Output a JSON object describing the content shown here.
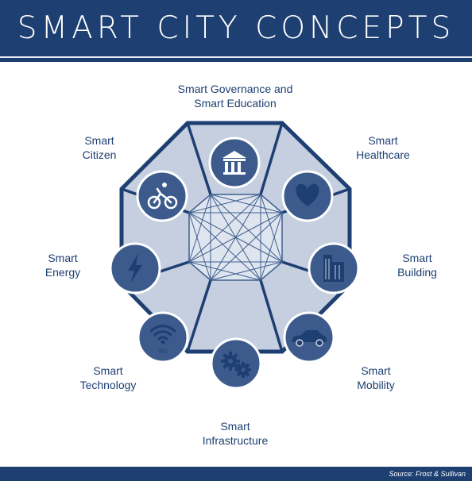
{
  "title": "SMART CITY CONCEPTS",
  "source": "Source: Frost & Sullivan",
  "colors": {
    "navy": "#1e3f72",
    "light_fill": "#c5cfe0",
    "medium": "#3e5f8e",
    "circle": "#3c5b8c"
  },
  "segments": [
    {
      "label": "Smart Governance and Smart Education",
      "line1": "Smart Governance and",
      "line2": "Smart Education",
      "icon": "government-building-icon"
    },
    {
      "label": "Smart Healthcare",
      "line1": "Smart",
      "line2": "Healthcare",
      "icon": "heart-icon"
    },
    {
      "label": "Smart Building",
      "line1": "Smart",
      "line2": "Building",
      "icon": "skyscraper-icon"
    },
    {
      "label": "Smart Mobility",
      "line1": "Smart",
      "line2": "Mobility",
      "icon": "car-icon"
    },
    {
      "label": "Smart Infrastructure",
      "line1": "Smart",
      "line2": "Infrastructure",
      "icon": "gears-icon"
    },
    {
      "label": "Smart Technology",
      "line1": "Smart",
      "line2": "Technology",
      "icon": "wifi-4g-icon",
      "icon_text": "4G"
    },
    {
      "label": "Smart Energy",
      "line1": "Smart",
      "line2": "Energy",
      "icon": "lightning-icon"
    },
    {
      "label": "Smart Citizen",
      "line1": "Smart",
      "line2": "Citizen",
      "icon": "cyclist-icon"
    }
  ]
}
